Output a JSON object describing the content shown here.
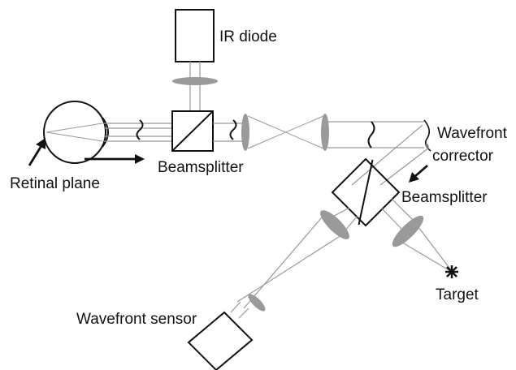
{
  "labels": {
    "ir_diode": "IR diode",
    "retinal_plane": "Retinal plane",
    "beamsplitter_1": "Beamsplitter",
    "wavefront_corrector_line1": "Wavefront",
    "wavefront_corrector_line2": "corrector",
    "beamsplitter_2": "Beamsplitter",
    "target": "Target",
    "wavefront_sensor": "Wavefront sensor"
  },
  "colors": {
    "line": "#111111",
    "beam": "#8a8a8a",
    "lens": "#9a9a9a"
  }
}
